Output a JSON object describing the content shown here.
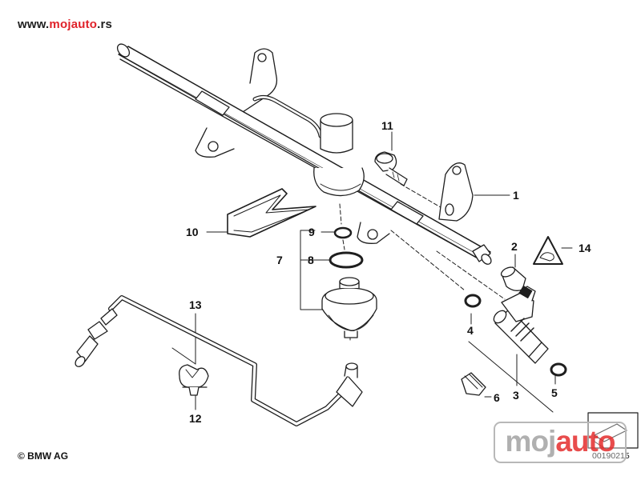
{
  "site": {
    "prefix": "www.",
    "brand": "mojauto",
    "suffix": ".rs"
  },
  "callouts": {
    "n1": "1",
    "n2": "2",
    "n3": "3",
    "n4": "4",
    "n5": "5",
    "n6": "6",
    "n7": "7",
    "n8": "8",
    "n9": "9",
    "n10": "10",
    "n11": "11",
    "n12": "12",
    "n13": "13",
    "n14": "14"
  },
  "footer": {
    "copyright": "© BMW AG",
    "drawing_number": "00190215"
  },
  "watermark": {
    "prefix": "moj",
    "brand": "auto"
  }
}
